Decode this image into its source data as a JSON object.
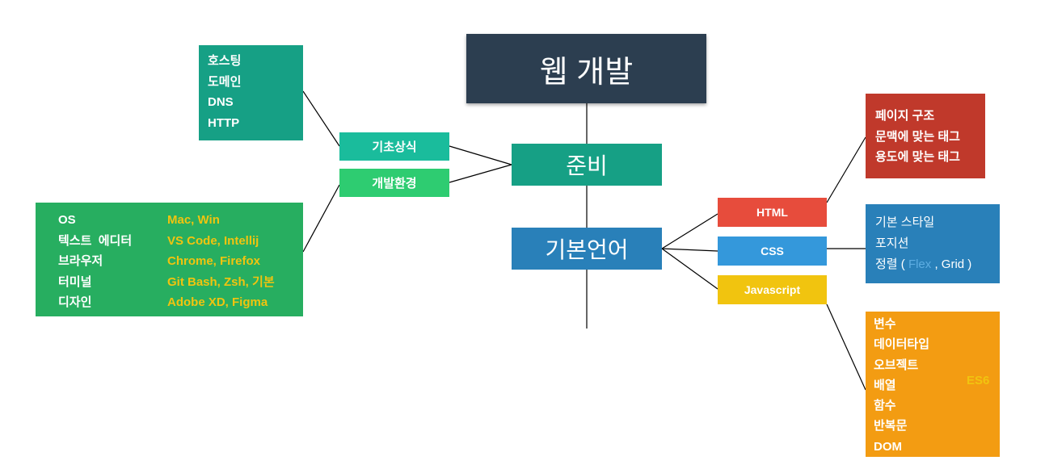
{
  "title": "웹 개발",
  "prep": {
    "label": "준비",
    "basics": {
      "label": "기초상식",
      "items": [
        "호스팅",
        "도메인",
        "DNS",
        "HTTP"
      ]
    },
    "env": {
      "label": "개발환경",
      "rows": [
        {
          "name": "OS",
          "value": "Mac, Win"
        },
        {
          "name": "텍스트  에디터",
          "value": "VS Code, Intellij"
        },
        {
          "name": "브라우저",
          "value": "Chrome, Firefox"
        },
        {
          "name": "터미널",
          "value": "Git Bash, Zsh, 기본"
        },
        {
          "name": "디자인",
          "value": "Adobe XD, Figma"
        }
      ]
    }
  },
  "basic_lang": {
    "label": "기본언어",
    "html": {
      "label": "HTML",
      "items": [
        "페이지 구조",
        "문맥에 맞는 태그",
        "용도에 맞는 태그"
      ]
    },
    "css": {
      "label": "CSS",
      "items": [
        "기본 스타일",
        "포지션"
      ],
      "align_prefix": "정렬 (",
      "align_flex": "Flex",
      "align_sep": ", Grid )"
    },
    "js": {
      "label": "Javascript",
      "items": [
        "변수",
        "데이터타입",
        "오브젝트",
        "배열",
        "함수",
        "반복문",
        "DOM"
      ],
      "tag": "ES6"
    }
  },
  "colors": {
    "title_bg": "#2c3e50",
    "node_teal": "#16a085",
    "node_blue": "#2980b9",
    "basics_bg": "#1abc9c",
    "env_bg": "#2ecc71",
    "env_panel": "#27ae60",
    "env_value": "#f1c40f",
    "html_bg": "#e74c3c",
    "html_panel": "#c0392b",
    "css_bg": "#3498db",
    "js_bg": "#f1c40f",
    "js_panel": "#f39c12",
    "flex_text": "#5dade2"
  }
}
